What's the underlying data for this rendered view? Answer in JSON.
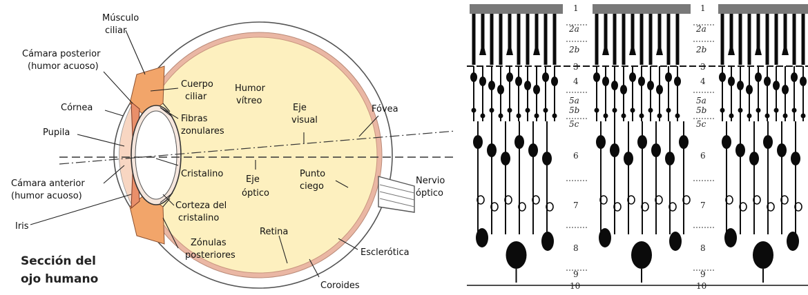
{
  "eye": {
    "title_line1": "Sección del",
    "title_line2": "ojo humano",
    "labels": {
      "musculo_1": "Músculo",
      "musculo_2": "ciliar",
      "camara_post_1": "Cámara posterior",
      "camara_post_2": "(humor acuoso)",
      "cornea": "Córnea",
      "pupila": "Pupila",
      "camara_ant_1": "Cámara anterior",
      "camara_ant_2": "(humor acuoso)",
      "iris": "Iris",
      "cuerpo_1": "Cuerpo",
      "cuerpo_2": "ciliar",
      "fibras_1": "Fibras",
      "fibras_2": "zonulares",
      "cristalino": "Cristalino",
      "corteza_1": "Corteza del",
      "corteza_2": "cristalino",
      "zonulas_1": "Zónulas",
      "zonulas_2": "posteriores",
      "humor_1": "Humor",
      "humor_2": "vítreo",
      "eje_visual_1": "Eje",
      "eje_visual_2": "visual",
      "eje_optico_1": "Eje",
      "eje_optico_2": "óptico",
      "punto_1": "Punto",
      "punto_2": "ciego",
      "retina": "Retina",
      "fovea": "Fóvea",
      "nervio_1": "Nervio",
      "nervio_2": "óptico",
      "esclerotica": "Esclerótica",
      "coroides": "Coroides"
    }
  },
  "retina_layers": {
    "panels": [
      {
        "l1": "1",
        "l2a": "2a",
        "l2b": "2b",
        "l3": "3",
        "l4": "4",
        "l5a": "5a",
        "l5b": "5b",
        "l5c": "5c",
        "l6": "6",
        "l7": "7",
        "l8": "8",
        "l9": "9",
        "l10": "10"
      },
      {
        "l1": "1",
        "l2a": "2a",
        "l2b": "2b",
        "l3": "3",
        "l4": "4",
        "l5a": "5a",
        "l5b": "5b",
        "l5c": "5c",
        "l6": "6",
        "l7": "7",
        "l8": "8",
        "l9": "9",
        "l10": "10"
      }
    ]
  },
  "colors": {
    "eye_fill": "#fdf0bf",
    "choroid": "#eab7a4",
    "ciliary": "#f2a56a",
    "lens": "#ffffff",
    "ink": "#0b0b0b"
  }
}
